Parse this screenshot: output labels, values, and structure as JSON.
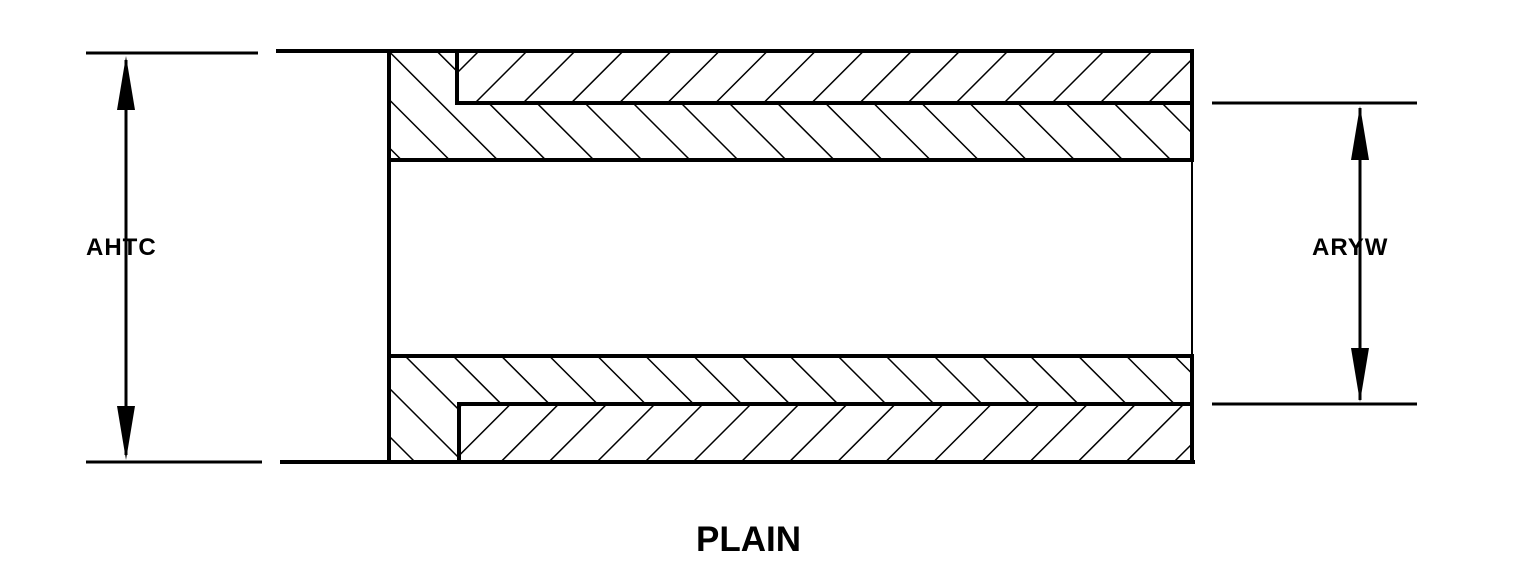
{
  "title": "PLAIN",
  "dimensions": {
    "outer_diameter_label": "AHTC",
    "inner_diameter_label": "ARYW"
  },
  "colors": {
    "ink": "#000000",
    "paper": "#ffffff"
  }
}
